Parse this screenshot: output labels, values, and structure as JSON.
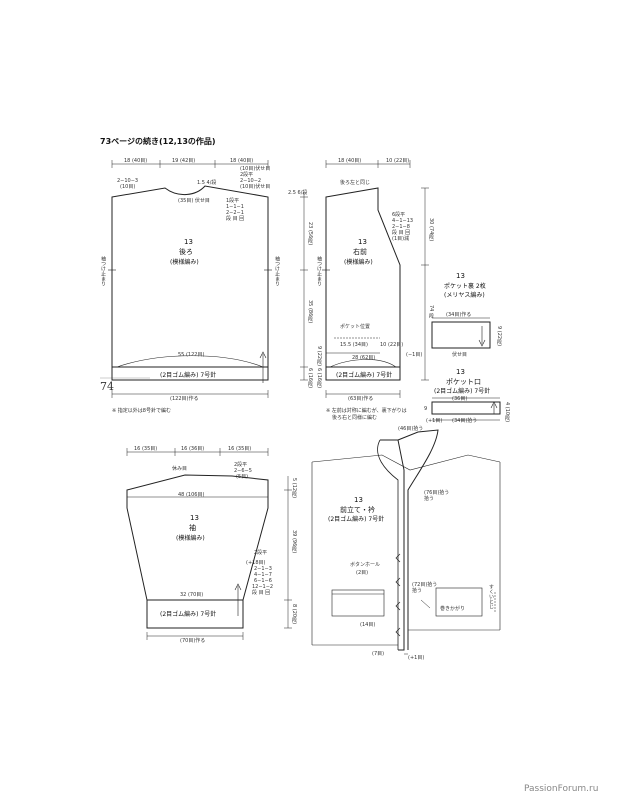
{
  "header": {
    "title": "73ページの続き(12,13の作品)",
    "page_number": "74"
  },
  "back": {
    "top_dims": [
      "18 (40目)",
      "19 (42目)",
      "18 (40目)"
    ],
    "num": "13",
    "name": "後ろ",
    "stitch": "(模様編み)",
    "neck_left": [
      "2−10−3",
      "(10目)"
    ],
    "neck_right": [
      "(10目)伏せ目",
      "2段平",
      "2−10−2",
      "(10目)伏せ目"
    ],
    "neck_depth": "1.5 4/段",
    "center_bind": "(35目) 伏せ目",
    "shoulder_dec": [
      "1段平",
      "1−1−1",
      "2−2−1",
      "段 目 回"
    ],
    "side_note": "袖つけ止まり",
    "right_dims": [
      "2.5 6/段",
      "23 (56段)",
      "35 (86段)",
      "6 (16段)"
    ],
    "hem_stitches": "55 (122目)",
    "ribbing": "(2目ゴム編み) 7号針",
    "cast_on": "(122目)作る",
    "note": "※ 指定以外は8号針で編む"
  },
  "right_front": {
    "top_dims": [
      "18 (40目)",
      "10 (22目)"
    ],
    "num": "13",
    "name": "右前",
    "stitch": "(模様編み)",
    "shoulder_note": "後ろ左と同じ",
    "neck_dec": [
      "6段平",
      "4−1−13",
      "2−1−8",
      "段 目 回",
      "(1目)減"
    ],
    "side_note": "袖つけ止まり",
    "right_dims": [
      "30 (74段)",
      "74 段"
    ],
    "pocket_pos": "ポケット位置",
    "pocket_w": "15.5 (34目)",
    "pocket_offset": "10 (22目)",
    "hem_stitches": "28 (62目)",
    "inc_note": "(−1目)",
    "left_dims": [
      "9 (22段)",
      "6 (16段)"
    ],
    "ribbing": "(2目ゴム編み) 7号針",
    "cast_on": "(63目)作る",
    "note_lines": [
      "※ 左前は対称に編むが、裏下がりは",
      "後ろ右と同様に編む"
    ]
  },
  "pocket_lining": {
    "num": "13",
    "name": "ポケット裏 2枚",
    "stitch": "(メリヤス編み)",
    "width": "(34目)作る",
    "height": "9 (22段)",
    "bind": "伏せ目"
  },
  "pocket_edge": {
    "num": "13",
    "name": "ポケット口",
    "stitch": "(2目ゴム編み) 7号針",
    "width": "(36目)",
    "height": "4 (10段)",
    "pick": "(34目)拾う",
    "plus": "(+1目)",
    "left_dim": "9"
  },
  "sleeve": {
    "top_dims": [
      "16 (35目)",
      "16 (36目)",
      "16 (35目)"
    ],
    "rest": "休み目",
    "top_width": "48 (106目)",
    "cap_dec": [
      "2段平",
      "2−6−5",
      "(5目)"
    ],
    "num": "13",
    "name": "袖",
    "stitch": "(模様編み)",
    "inc_note": "(+18目)",
    "side_inc": [
      "2段平",
      "2−1−3",
      "4−1−7",
      "6−1−6",
      "12−1−2",
      "段 目 回"
    ],
    "right_dims": [
      "5 (12段)",
      "39 (96段)",
      "8 (20段)"
    ],
    "cuff_stitches": "32 (70目)",
    "ribbing": "(2目ゴム編み) 7号針",
    "cast_on": "(70目)作る"
  },
  "band": {
    "pick_top": "(46目)拾う",
    "pick_side": "(76目)拾う",
    "pick_low": "(72目)拾う",
    "num": "13",
    "name": "前立て・衿",
    "stitch": "(2目ゴム編み) 7号針",
    "buttonhole": "ボタンホール",
    "buttonhole_count": "(2目)",
    "pocket_pick": "(14目)",
    "bottom_pick": "(7目)",
    "plus": "(+1目)",
    "sew_note": "巻きかがり",
    "edge_note": "すくいとじ",
    "pick_short": "拾う"
  },
  "watermark": "PassionForum.ru"
}
